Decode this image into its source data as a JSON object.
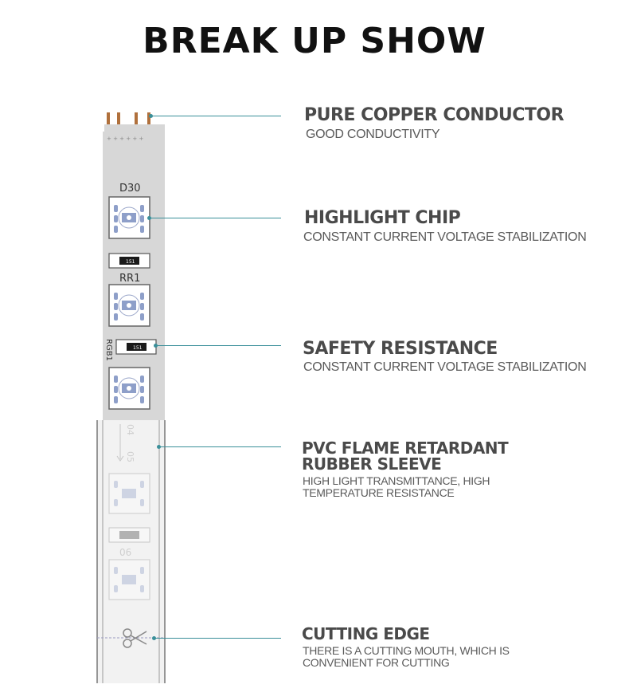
{
  "header": {
    "title": "BREAK UP SHOW"
  },
  "strip": {
    "labels": {
      "d30": "D30",
      "rr1": "RR1",
      "rgb1": "RGB1",
      "d4": "04",
      "d5": "05",
      "d6": "06"
    },
    "resistor_code": "151"
  },
  "callouts": [
    {
      "title": "PURE COPPER CONDUCTOR",
      "subtitle": "GOOD CONDUCTIVITY"
    },
    {
      "title": "HIGHLIGHT CHIP",
      "subtitle": "CONSTANT CURRENT VOLTAGE STABILIZATION"
    },
    {
      "title": "SAFETY RESISTANCE",
      "subtitle": "CONSTANT CURRENT VOLTAGE STABILIZATION"
    },
    {
      "title_line1": "PVC FLAME RETARDANT",
      "title_line2": "RUBBER SLEEVE",
      "subtitle_line1": "HIGH LIGHT TRANSMITTANCE, HIGH",
      "subtitle_line2": "TEMPERATURE RESISTANCE"
    },
    {
      "title": "CUTTING EDGE",
      "subtitle_line1": "THERE IS A CUTTING MOUTH, WHICH IS",
      "subtitle_line2": "CONVENIENT FOR CUTTING"
    }
  ],
  "colors": {
    "leader": "#3a8f99",
    "board": "#d7d7d7",
    "led_symbol": "#8e9fc9"
  }
}
